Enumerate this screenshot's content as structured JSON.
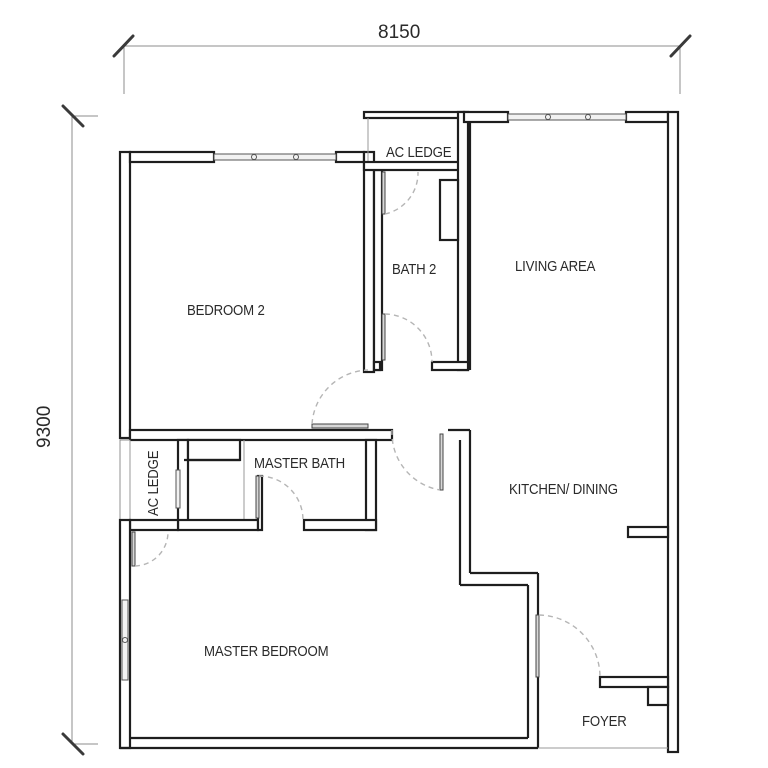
{
  "dimensions": {
    "width_label": "8150",
    "height_label": "9300"
  },
  "rooms": {
    "ac_ledge_top": "AC LEDGE",
    "bath_2": "BATH 2",
    "living_area": "LIVING AREA",
    "bedroom_2": "BEDROOM 2",
    "master_bath": "MASTER BATH",
    "ac_ledge_side": "AC LEDGE",
    "kitchen_dining": "KITCHEN/ DINING",
    "master_bedroom": "MASTER BEDROOM",
    "foyer": "FOYER"
  },
  "colors": {
    "wall": "#1e1e1e",
    "door_swing": "#b5b5b5",
    "dimension_line": "#8c8c8c"
  }
}
